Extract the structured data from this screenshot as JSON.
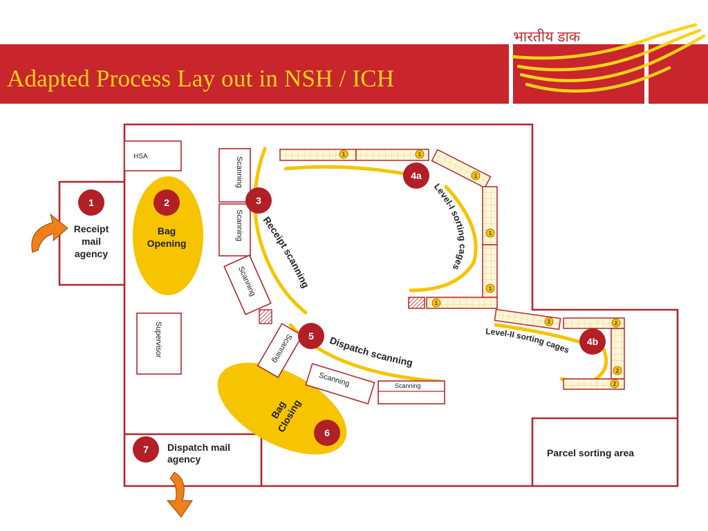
{
  "title": "Adapted Process Lay out in NSH / ICH",
  "logo": {
    "text": "भारतीय डाक"
  },
  "colors": {
    "header": "#c8252c",
    "title": "#ffd21a",
    "wall": "#b3262d",
    "yellow": "#f6c400",
    "badge": "#b31f26",
    "arrow": "#f07f1a",
    "cage": "#f6d03a"
  },
  "rooms": {
    "hsa": "HSA",
    "supervisor": "Supervisor",
    "parcel": "Parcel sorting area"
  },
  "steps": {
    "s1": {
      "num": "1",
      "label1": "Receipt",
      "label2": "mail",
      "label3": "agency"
    },
    "s2": {
      "num": "2",
      "label1": "Bag",
      "label2": "Opening"
    },
    "s3": {
      "num": "3",
      "label": "Receipt scanning"
    },
    "s4a": {
      "num": "4a",
      "label": "Level-I sorting cages"
    },
    "s4b": {
      "num": "4b",
      "label": "Level-II sorting cages"
    },
    "s5": {
      "num": "5",
      "label": "Dispatch scanning"
    },
    "s6": {
      "num": "6",
      "label1": "Bag",
      "label2": "Closing"
    },
    "s7": {
      "num": "7",
      "label1": "Dispatch mail",
      "label2": "agency"
    }
  },
  "scanning": "Scanning",
  "cage_levels": {
    "one": "1",
    "two": "2"
  }
}
